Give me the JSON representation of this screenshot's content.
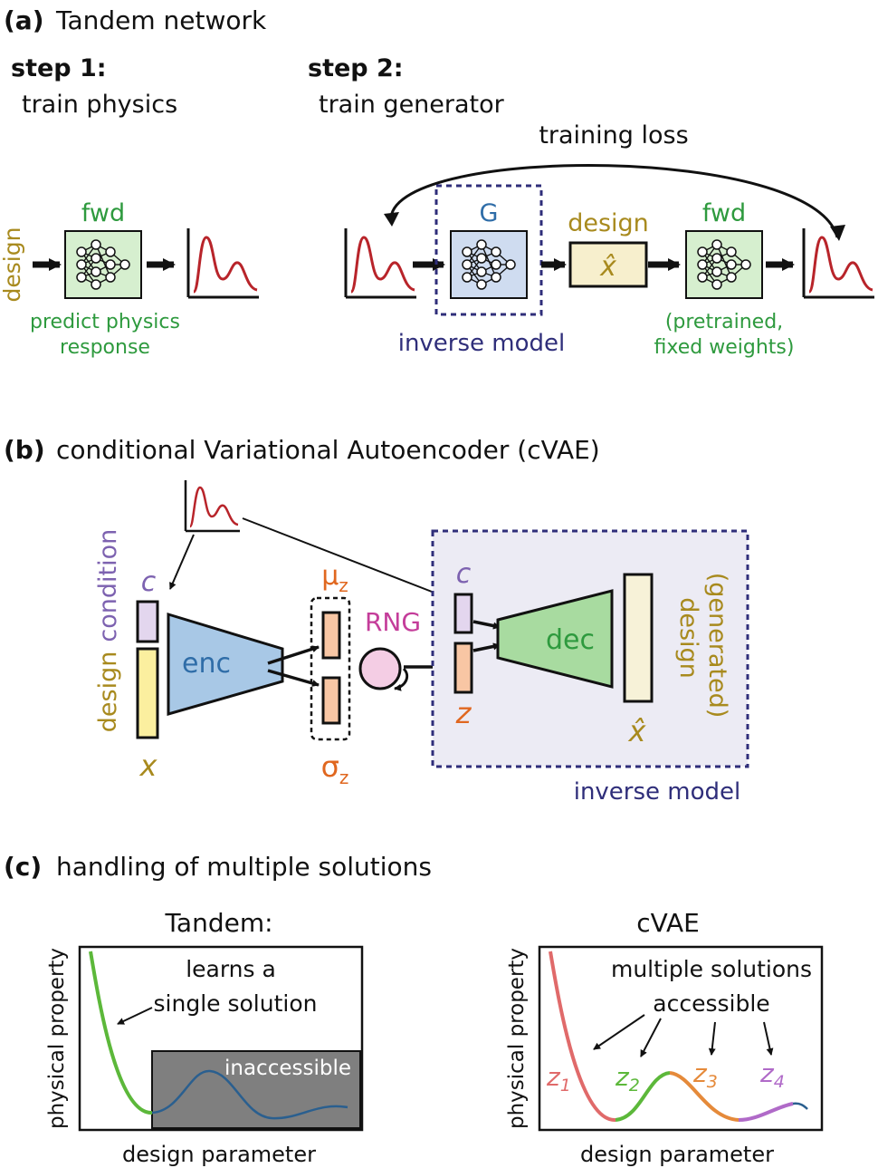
{
  "colors": {
    "design_gold": "#a88a1e",
    "fwd_green": "#2e9a3e",
    "purple_c": "#7d62b0",
    "orange_z": "#e0671f",
    "navy": "#2f2e7a",
    "enc_blue": "#2f6da8",
    "rng_magenta": "#c43d9a",
    "curve_red": "#b8242a",
    "curve_blue": "#2a5f8f"
  },
  "panel_a": {
    "tag": "(a)",
    "title": "Tandem network",
    "step1": {
      "label": "step 1:",
      "desc": "train physics"
    },
    "step2": {
      "label": "step 2:",
      "desc": "train generator"
    },
    "training_loss": "training loss",
    "design_vertical": "design",
    "fwd1": "fwd",
    "predict_line1": "predict physics",
    "predict_line2": "response",
    "G": "G",
    "inverse_model": "inverse model",
    "design_label": "design",
    "xhat": "x̂",
    "fwd2": "fwd",
    "pretrained_line1": "(pretrained,",
    "pretrained_line2": "fixed weights)"
  },
  "panel_b": {
    "tag": "(b)",
    "title": "conditional Variational Autoencoder (cVAE)",
    "c_left": "c",
    "design_word": "design",
    "condition_word": "condition",
    "x_left": "x",
    "enc": "enc",
    "mu": "μ",
    "mu_sub": "z",
    "sigma": "σ",
    "sigma_sub": "z",
    "rng": "RNG",
    "c_right": "c",
    "z": "z",
    "dec": "dec",
    "design_gen1": "design",
    "design_gen2": "(generated)",
    "xhat": "x̂",
    "inverse_model": "inverse model"
  },
  "panel_c": {
    "tag": "(c)",
    "title": "handling of multiple solutions",
    "left": {
      "title": "Tandem:",
      "ylabel": "physical property",
      "xlabel": "design parameter",
      "learns_line1": "learns a",
      "learns_line2": "single solution",
      "inaccessible": "inaccessible"
    },
    "right": {
      "title": "cVAE",
      "ylabel": "physical property",
      "xlabel": "design parameter",
      "multi_line1": "multiple solutions",
      "multi_line2": "accessible",
      "z_labels": [
        {
          "base": "z",
          "sub": "1"
        },
        {
          "base": "z",
          "sub": "2"
        },
        {
          "base": "z",
          "sub": "3"
        },
        {
          "base": "z",
          "sub": "4"
        }
      ]
    }
  }
}
